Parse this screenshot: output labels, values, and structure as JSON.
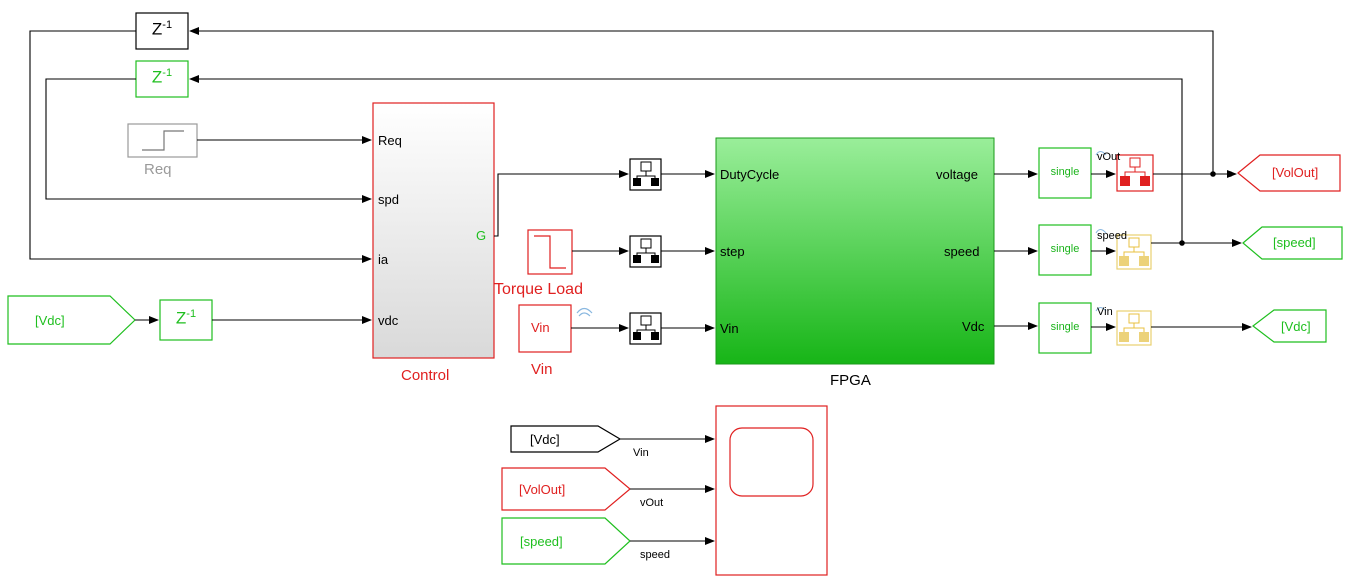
{
  "colors": {
    "red": "#e02020",
    "green": "#1fbf1f",
    "gray": "#9a9a9a",
    "yellow": "#e8d070",
    "fpga_fill_top": "#99ee99",
    "fpga_fill_bottom": "#17b517"
  },
  "delays": {
    "top": "Z",
    "mid": "Z",
    "vdc": "Z",
    "exponent": "-1"
  },
  "req_block": {
    "name": "Req"
  },
  "control": {
    "name": "Control",
    "inputs": [
      "Req",
      "spd",
      "ia",
      "vdc"
    ],
    "output": "G"
  },
  "torque_load": {
    "name": "Torque Load"
  },
  "vin_block": {
    "label": "Vin",
    "name": "Vin"
  },
  "fpga": {
    "name": "FPGA",
    "inputs": [
      "DutyCycle",
      "step",
      "Vin"
    ],
    "outputs": [
      "voltage",
      "speed",
      "Vdc"
    ]
  },
  "converters": [
    "single",
    "single",
    "single"
  ],
  "signal_labels": {
    "vout": "vOut",
    "speed": "speed",
    "vin": "Vin"
  },
  "goto_tags": {
    "volout": "[VolOut]",
    "speed": "[speed]",
    "vdc": "[Vdc]"
  },
  "from_tags": {
    "vdc_left": "[Vdc]",
    "vdc_scope": "[Vdc]",
    "volout_scope": "[VolOut]",
    "speed_scope": "[speed]"
  },
  "scope_signal_labels": {
    "vin": "Vin",
    "vout": "vOut",
    "speed": "speed"
  }
}
